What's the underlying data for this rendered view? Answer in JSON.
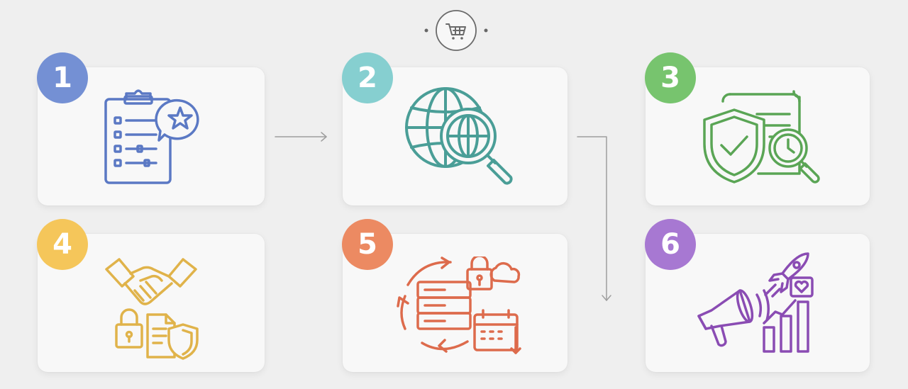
{
  "steps": [
    {
      "number": "1",
      "color": "#7490d4",
      "icon": "checklist-clipboard-star-icon"
    },
    {
      "number": "2",
      "color": "#86cfd0",
      "icon": "globe-magnifier-icon"
    },
    {
      "number": "3",
      "color": "#77c46e",
      "icon": "shield-document-clock-magnifier-icon"
    },
    {
      "number": "4",
      "color": "#f5c65a",
      "icon": "handshake-lock-document-shield-icon"
    },
    {
      "number": "5",
      "color": "#ec8a62",
      "icon": "server-sync-lock-cloud-calendar-icon"
    },
    {
      "number": "6",
      "color": "#a778d2",
      "icon": "megaphone-rocket-growth-chart-icon"
    }
  ],
  "header_icon": "shopping-cart-icon",
  "icon_colors": {
    "step1": "#5b79c4",
    "step2": "#4a9e97",
    "step3": "#5aa555",
    "step4": "#e0b34a",
    "step5": "#dd6b4c",
    "step6": "#8a4cb3"
  },
  "connector_color": "#9e9e9e"
}
